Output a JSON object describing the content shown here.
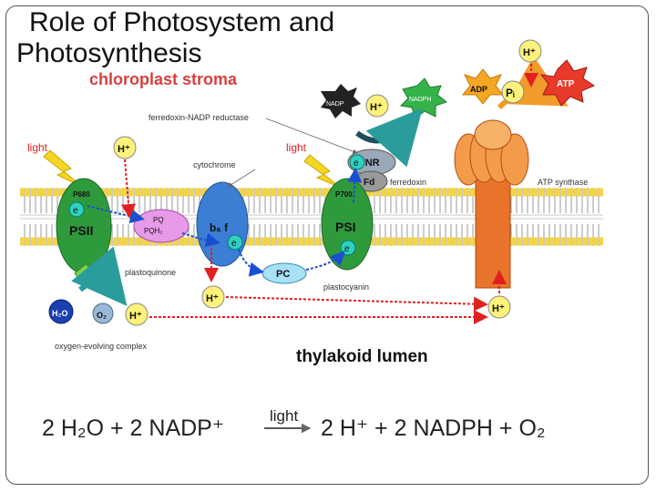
{
  "slide": {
    "title_line1": "Role of Photosystem and",
    "title_line2": "Photosynthesis"
  },
  "diagram": {
    "stroma_label": "chloroplast stroma",
    "lumen_label": "thylakoid lumen",
    "light1": "light",
    "light2": "light",
    "psii": "PSII",
    "p680": "P680",
    "psi": "PSI",
    "p700": "P700",
    "e": "e",
    "hplus": "H⁺",
    "pq": "PQ",
    "pqh2": "PQH₂",
    "b6f": "b₆ f",
    "pc": "PC",
    "fnr": "FNR",
    "fd": "Fd",
    "nadp": "NADP",
    "nadph": "NADPH",
    "adp": "ADP",
    "pi": "Pᵢ",
    "atp": "ATP",
    "h2o": "H₂O",
    "o2": "O₂",
    "ferredoxin_nadp_reductase": "ferredoxin-NADP reductase",
    "cytochrome": "cytochrome",
    "ferredoxin": "ferredoxin",
    "atp_synthase": "ATP synthase",
    "plastoquinone": "plastoquinone",
    "plastocyanin": "plastocyanin",
    "oxygen_evolving_complex": "oxygen-evolving complex"
  },
  "equation": {
    "lhs": "2 H₂O + 2 NADP⁺",
    "arrow_label": "light",
    "rhs": "2 H⁺ + 2 NADPH + O₂"
  },
  "colors": {
    "membrane_band": "#f2d44a",
    "membrane_lines": "#9a9a9a",
    "photosystem": "#2f9a3c",
    "cytochrome": "#3b7fd4",
    "pq_pool": "#e79ae8",
    "atp_synthase": "#e8732a",
    "arrow_red": "#e02020",
    "arrow_blue": "#1a4fd1",
    "arrow_teal": "#2a9c9c",
    "hplus_bubble": "#fff27a",
    "nadph_star": "#35b34a",
    "atp_star": "#e83a2a",
    "adp_star": "#f5a623"
  }
}
